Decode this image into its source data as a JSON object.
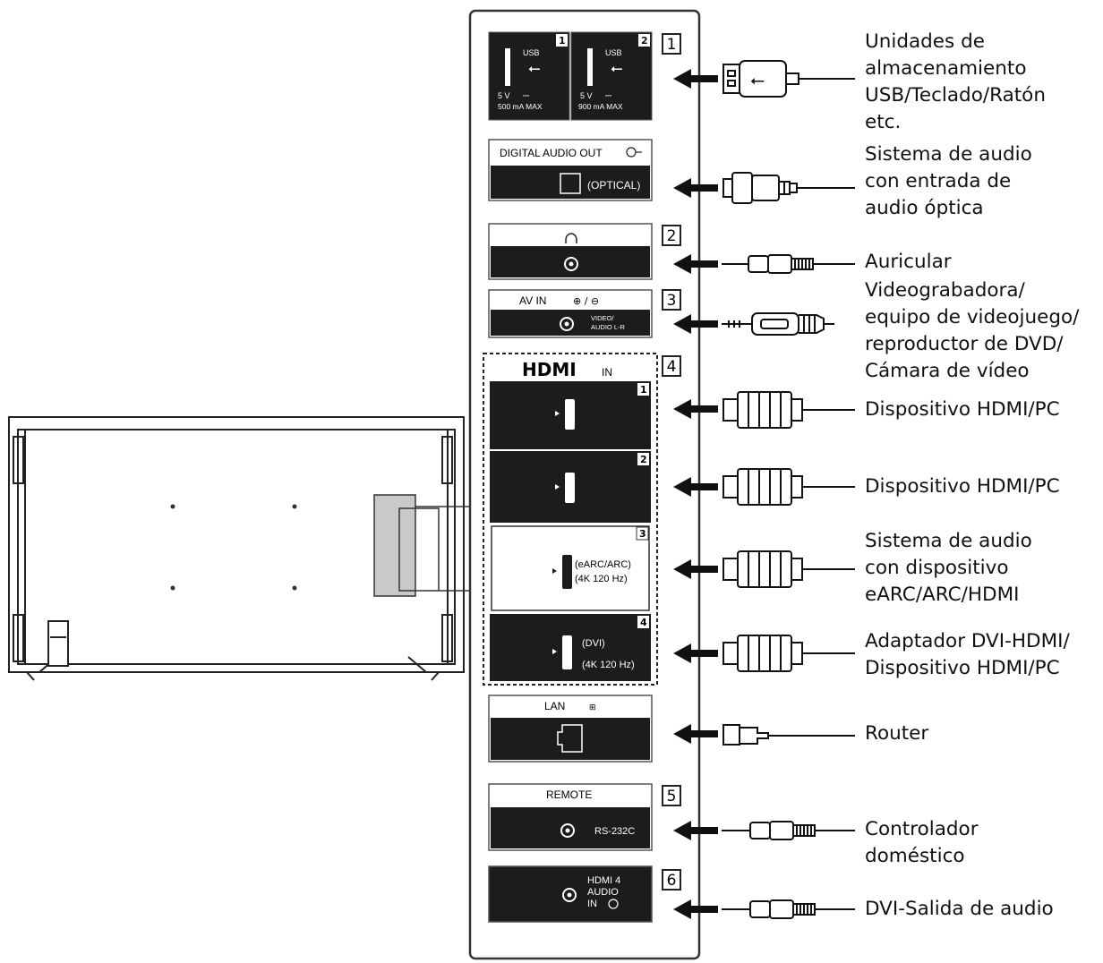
{
  "panel": {
    "usb": {
      "port1": {
        "name": "USB",
        "number": "1",
        "power": "5 V",
        "current": "500 mA MAX",
        "dc": "⎓"
      },
      "port2": {
        "name": "USB",
        "number": "2",
        "power": "5 V",
        "current": "900 mA MAX",
        "dc": "⎓"
      },
      "marker": "1"
    },
    "optical": {
      "title": "DIGITAL AUDIO OUT",
      "sub": "(OPTICAL)"
    },
    "headphone": {
      "marker": "2"
    },
    "avin": {
      "title": "AV IN",
      "title_icons": "⊕ / ⊖",
      "sub1": "VIDEO/",
      "sub2": "AUDIO L-R",
      "marker": "3"
    },
    "hdmi": {
      "logo": "HDMI",
      "logo_suffix": "IN",
      "marker": "4",
      "ports": [
        {
          "number": "1",
          "line1": "",
          "line2": ""
        },
        {
          "number": "2",
          "line1": "",
          "line2": ""
        },
        {
          "number": "3",
          "line1": "(eARC/ARC)",
          "line2": "(4K 120 Hz)"
        },
        {
          "number": "4",
          "line1": "(DVI)",
          "line2": "(4K 120 Hz)"
        }
      ]
    },
    "lan": {
      "title": "LAN"
    },
    "remote": {
      "title": "REMOTE",
      "sub": "RS-232C",
      "marker": "5"
    },
    "hdmi_audio": {
      "line1": "HDMI 4",
      "line2": "AUDIO",
      "line3": "IN",
      "marker": "6"
    }
  },
  "labels": {
    "usb": [
      "Unidades de",
      "almacenamiento",
      "USB/Teclado/Ratón",
      "etc."
    ],
    "optical": [
      "Sistema de audio",
      "con entrada de",
      "audio óptica"
    ],
    "headphone": [
      "Auricular"
    ],
    "av": [
      "Videograbadora/",
      "equipo de videojuego/",
      "reproductor de DVD/",
      "Cámara de vídeo"
    ],
    "hdmi1": [
      "Dispositivo HDMI/PC"
    ],
    "hdmi2": [
      "Dispositivo HDMI/PC"
    ],
    "hdmi3": [
      "Sistema de audio",
      "con dispositivo",
      "eARC/ARC/HDMI"
    ],
    "hdmi4": [
      "Adaptador DVI-HDMI/",
      "Dispositivo HDMI/PC"
    ],
    "lan": [
      "Router"
    ],
    "remote": [
      "Controlador",
      "doméstico"
    ],
    "hdmi_audio": [
      "DVI-Salida de audio"
    ]
  }
}
